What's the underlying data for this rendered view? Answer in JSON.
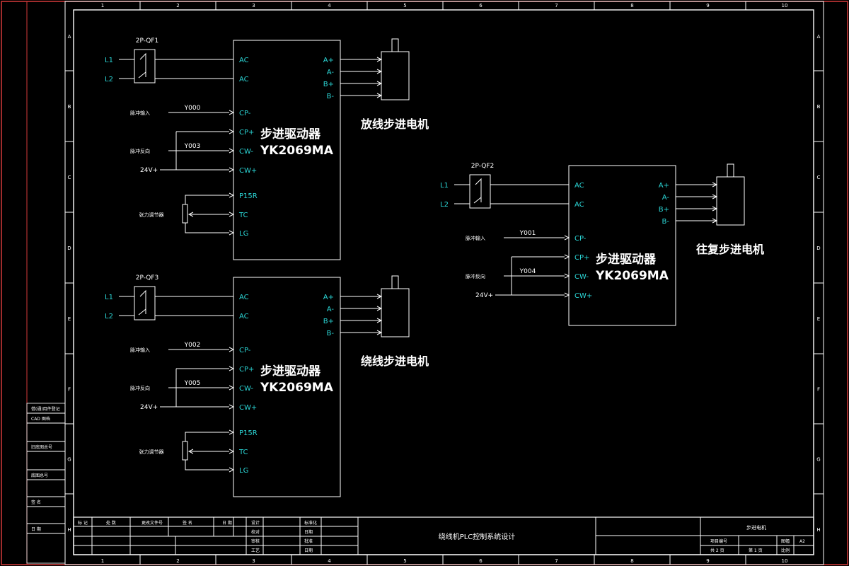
{
  "ruler": {
    "columns": [
      "1",
      "2",
      "3",
      "4",
      "5",
      "6",
      "7",
      "8",
      "9",
      "10"
    ],
    "rows": [
      "A",
      "B",
      "C",
      "D",
      "E",
      "F",
      "G",
      "H"
    ]
  },
  "drivers": [
    {
      "breaker_label": "2P-QF1",
      "l1": "L1",
      "l2": "L2",
      "title_line1": "步进驱动器",
      "title_line2": "YK2069MA",
      "left_terminals": [
        "AC",
        "AC",
        "CP-",
        "CP+",
        "CW-",
        "CW+",
        "P15R",
        "TC",
        "LG"
      ],
      "right_terminals": [
        "A+",
        "A-",
        "B+",
        "B-"
      ],
      "signal_pulse_label": "脉冲输入",
      "signal_pulse_addr": "Y000",
      "signal_dir_label": "脉冲反向",
      "signal_dir_addr": "Y003",
      "supply": "24V+",
      "pot_label": "张力调节器",
      "motor_label": "放线步进电机"
    },
    {
      "breaker_label": "2P-QF3",
      "l1": "L1",
      "l2": "L2",
      "title_line1": "步进驱动器",
      "title_line2": "YK2069MA",
      "left_terminals": [
        "AC",
        "AC",
        "CP-",
        "CP+",
        "CW-",
        "CW+",
        "P15R",
        "TC",
        "LG"
      ],
      "right_terminals": [
        "A+",
        "A-",
        "B+",
        "B-"
      ],
      "signal_pulse_label": "脉冲输入",
      "signal_pulse_addr": "Y002",
      "signal_dir_label": "脉冲反向",
      "signal_dir_addr": "Y005",
      "supply": "24V+",
      "pot_label": "张力调节器",
      "motor_label": "绕线步进电机"
    },
    {
      "breaker_label": "2P-QF2",
      "l1": "L1",
      "l2": "L2",
      "title_line1": "步进驱动器",
      "title_line2": "YK2069MA",
      "left_terminals": [
        "AC",
        "AC",
        "CP-",
        "CP+",
        "CW-",
        "CW+"
      ],
      "right_terminals": [
        "A+",
        "A-",
        "B+",
        "B-"
      ],
      "signal_pulse_label": "脉冲输入",
      "signal_pulse_addr": "Y001",
      "signal_dir_label": "脉冲反向",
      "signal_dir_addr": "Y004",
      "supply": "24V+",
      "pot_label": "",
      "motor_label": "往复步进电机"
    }
  ],
  "side_panel": [
    "借(通)用件登记",
    "CAD 图档",
    "旧底图总号",
    "底图总号",
    "签 名",
    "日 期"
  ],
  "title_block": {
    "project_title": "绕线机PLC控制系统设计",
    "drawing_name": "步进电机",
    "hdr": [
      "标 记",
      "处 数",
      "更改文件号",
      "签 名",
      "日 期"
    ],
    "roles": [
      "设计",
      "校对",
      "审核",
      "工艺"
    ],
    "roles2": [
      "标准化",
      "日期",
      "批准",
      "日期"
    ],
    "proj_no_label": "项目编号",
    "pages_total": "共 2 页",
    "page_no": "第 1 页",
    "size_label": "图幅",
    "size": "A2",
    "scale_label": "比例"
  }
}
